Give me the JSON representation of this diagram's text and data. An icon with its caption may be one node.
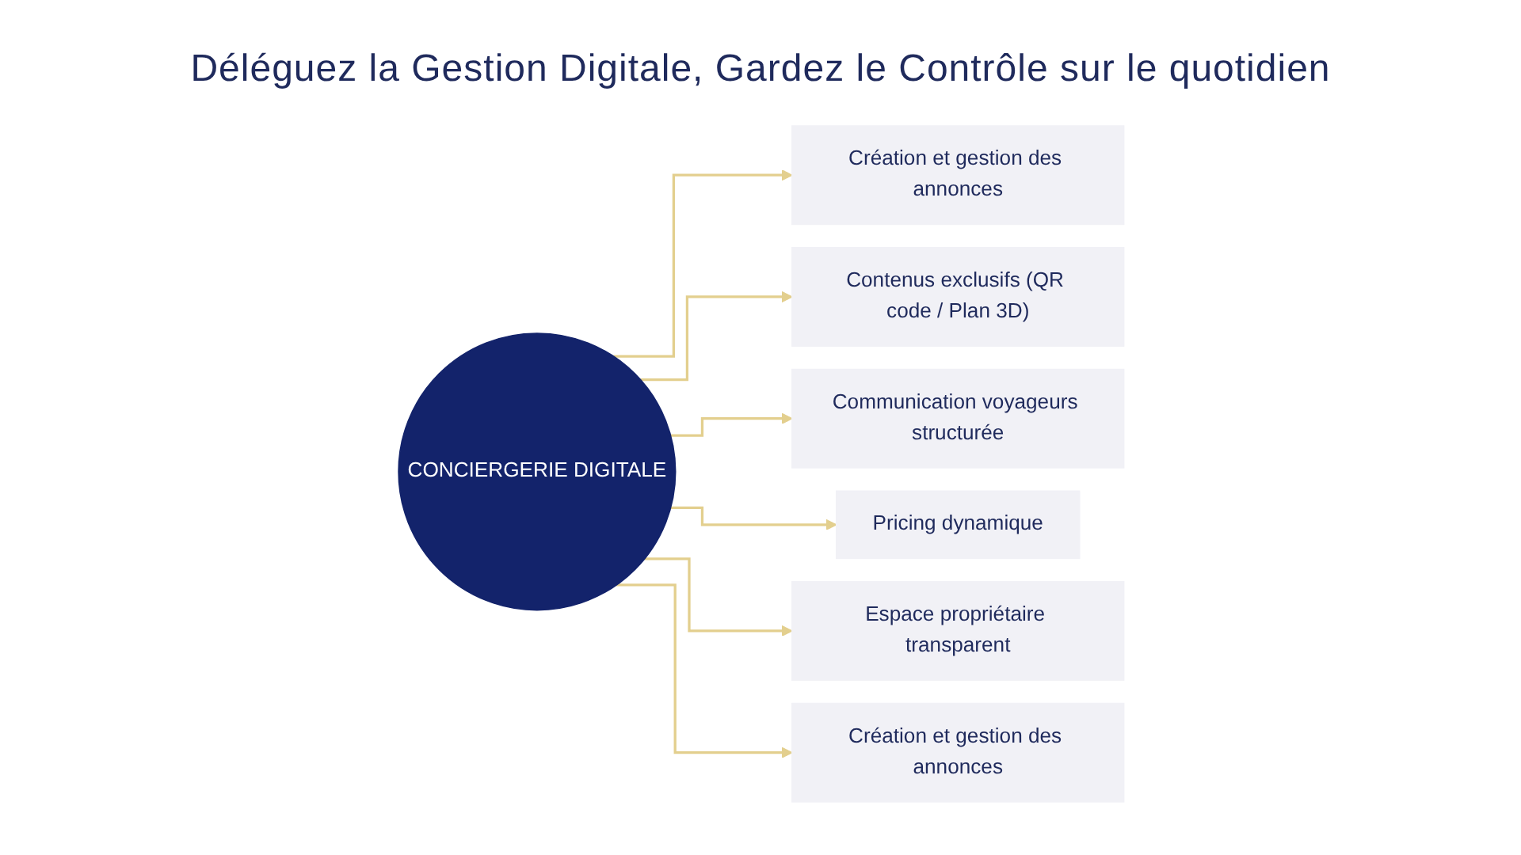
{
  "diagram": {
    "title": "Déléguez la Gestion Digitale, Gardez le Contrôle sur le quotidien",
    "nodes": [
      {
        "text": [
          "Création et gestion des annonces"
        ]
      },
      {
        "text": [
          "Contenus exclusifs (QR code / Plan 3D)"
        ]
      },
      {
        "text": [
          "Communication voyageurs structurée"
        ]
      },
      {
        "text": [
          "CONCIERGERIE DIGITALE"
        ]
      },
      {
        "text": [
          "Pricing dynamique"
        ]
      },
      {
        "text": [
          "Espace propriétaire transparent"
        ]
      },
      {
        "text": [
          "Création et gestion des annonces"
        ]
      }
    ],
    "edges": [
      {
        "from": 3,
        "to": 0,
        "arrow": "to"
      },
      {
        "from": 3,
        "to": 1,
        "arrow": "to"
      },
      {
        "from": 3,
        "to": 2,
        "arrow": "to"
      },
      {
        "from": 3,
        "to": 4,
        "arrow": "to"
      },
      {
        "from": 3,
        "to": 5,
        "arrow": "to"
      },
      {
        "from": 3,
        "to": 6,
        "arrow": "to"
      }
    ]
  }
}
